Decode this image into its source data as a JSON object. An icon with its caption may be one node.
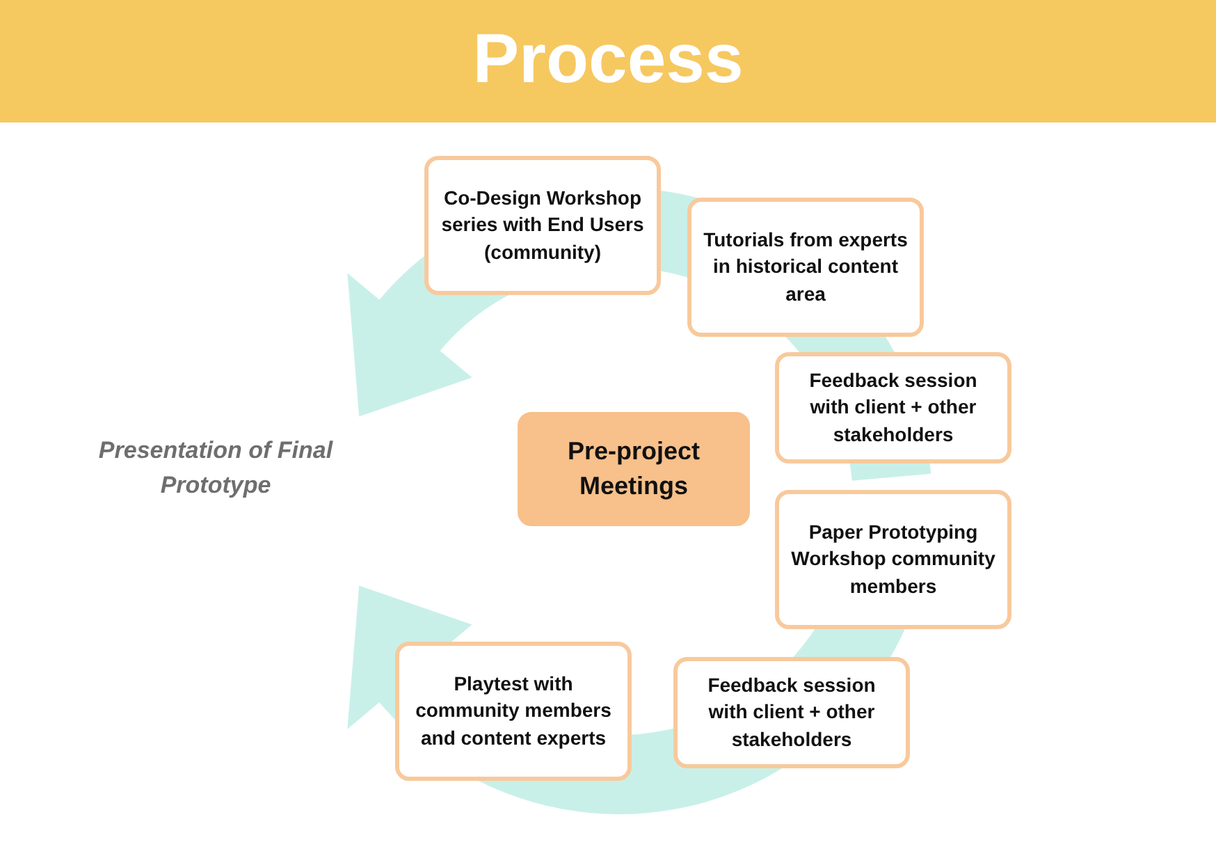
{
  "diagram": {
    "title": "Process",
    "nodes": [
      {
        "text": [
          "Co-Design Workshop series with End Users (community)"
        ]
      },
      {
        "text": [
          "Tutorials from experts in historical content area"
        ]
      },
      {
        "text": [
          "Feedback session with client + other stakeholders"
        ]
      },
      {
        "text": [
          "Pre-project Meetings"
        ]
      },
      {
        "text": [
          "Paper Prototyping Workshop community members"
        ]
      },
      {
        "text": [
          "Playtest with community members and content experts"
        ]
      },
      {
        "text": [
          "Feedback session with client + other stakeholders"
        ]
      }
    ],
    "labels": [
      "Presentation of Final Prototype"
    ]
  }
}
